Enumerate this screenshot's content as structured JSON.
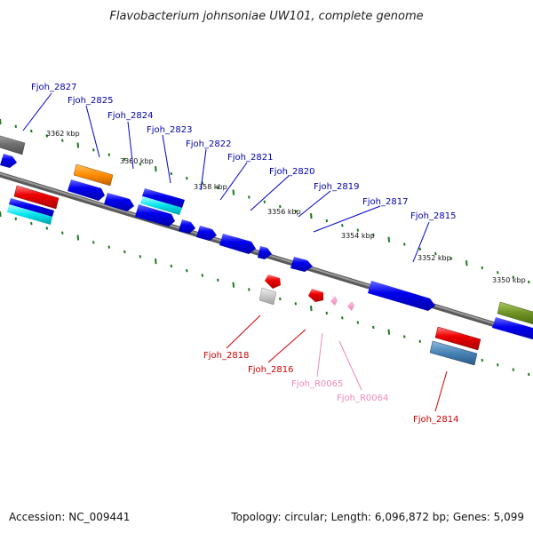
{
  "title": "Flavobacterium johnsoniae UW101, complete genome",
  "accession": "Accession: NC_009441",
  "topology": "Topology: circular; Length: 6,096,872 bp; Genes: 5,099",
  "colors": {
    "backbone": "#808080",
    "tick": "#1a7a1a",
    "cds": "#0000ee",
    "cds_label": "#0000aa",
    "minus_label": "#cc0000",
    "rna_label": "#ee88bb"
  },
  "scale_labels": [
    "3362 kbp",
    "3360 kbp",
    "3358 kbp",
    "3356 kbp",
    "3354 kbp",
    "3352 kbp",
    "3350 kbp"
  ],
  "plus_labels": [
    "Fjoh_2827",
    "Fjoh_2825",
    "Fjoh_2824",
    "Fjoh_2823",
    "Fjoh_2822",
    "Fjoh_2821",
    "Fjoh_2820",
    "Fjoh_2819",
    "Fjoh_2817",
    "Fjoh_2815"
  ],
  "minus_labels": [
    "Fjoh_2818",
    "Fjoh_2816",
    "Fjoh_R0065",
    "Fjoh_R0064",
    "Fjoh_2814"
  ]
}
